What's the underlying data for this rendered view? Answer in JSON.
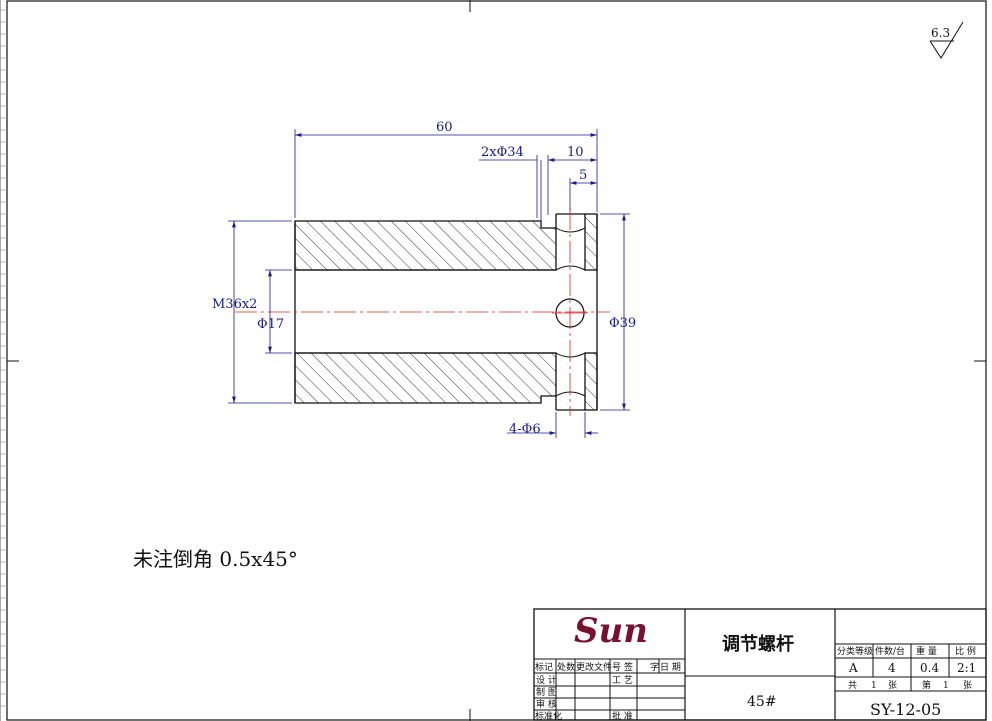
{
  "drawing": {
    "roughness": "6.3",
    "dimensions": {
      "overall_length": "60",
      "step_diameter": "2xΦ34",
      "step_length": "10",
      "hole_offset": "5",
      "thread": "M36x2",
      "bore": "Φ17",
      "outer_diameter": "Φ39",
      "cross_holes": "4-Φ6"
    },
    "note": "未注倒角 0.5x45°"
  },
  "title_block": {
    "logo": "Sun",
    "part_name": "调节螺杆",
    "material": "45#",
    "drawing_number": "SY-12-05",
    "revision_headers": [
      "标记",
      "处数",
      "更改文件号",
      "签",
      "字",
      "日 期"
    ],
    "left_labels": [
      "设 计",
      "制 图",
      "审 核",
      "标准化"
    ],
    "mid_labels": [
      "工 艺",
      "批 准"
    ],
    "attr_headers": [
      "分类等级",
      "件数/台",
      "重 量",
      "比 例"
    ],
    "attr_values": [
      "A",
      "4",
      "0.4",
      "2:1"
    ],
    "sheets": {
      "total_label": "共",
      "total": "1",
      "unit1": "张",
      "sheet_label": "第",
      "sheet": "1",
      "unit2": "张"
    }
  }
}
